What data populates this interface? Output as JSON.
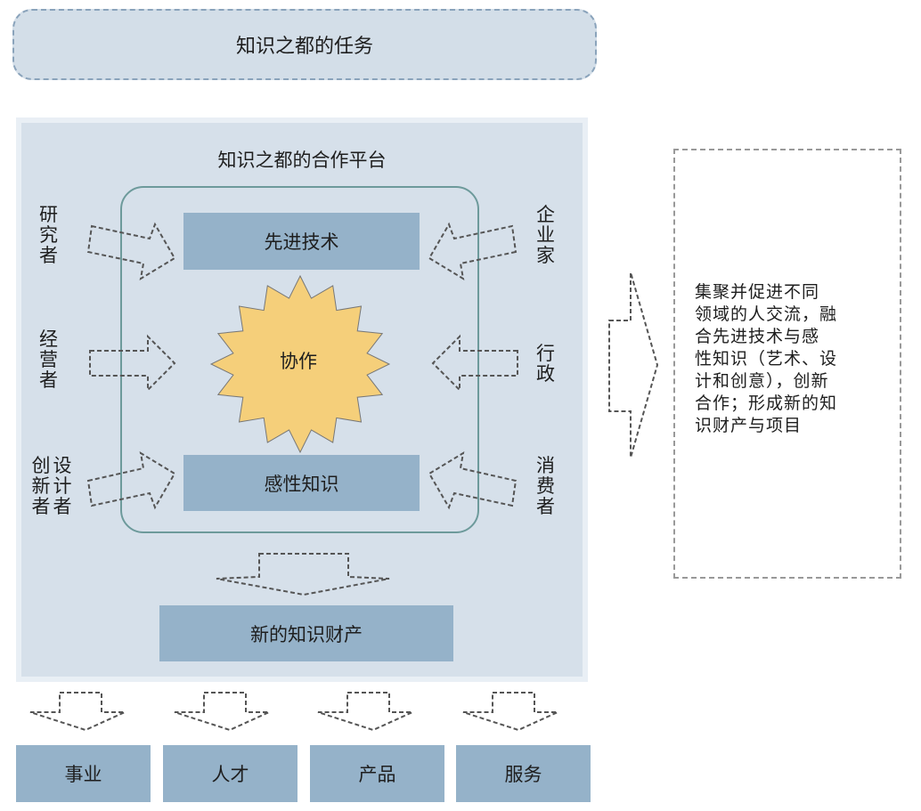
{
  "mission": {
    "label": "知识之都的任务"
  },
  "platform": {
    "title": "知识之都的合作平台",
    "advanced_tech": "先进技术",
    "collaboration": "协作",
    "perceptual_knowledge": "感性知识",
    "new_ip": "新的知识财产"
  },
  "actors": {
    "researchers": [
      "研",
      "究",
      "者"
    ],
    "managers": [
      "经",
      "营",
      "者"
    ],
    "designers_col1": [
      "创",
      "新",
      "者"
    ],
    "designers_col2": [
      "设",
      "计",
      "者"
    ],
    "entrepreneurs": [
      "企",
      "业",
      "家"
    ],
    "administration": [
      "行",
      "政"
    ],
    "consumers": [
      "消",
      "费",
      "者"
    ]
  },
  "outcomes": [
    "事业",
    "人才",
    "产品",
    "服务"
  ],
  "side_note": {
    "lines": [
      "集聚并促进不同",
      "领域的人交流，融",
      "合先进技术与感",
      "性知识（艺术、设",
      "计和创意），创新",
      "合作；形成新的知",
      "识财产与项目"
    ]
  },
  "colors": {
    "platform_bg": "#d6e0ea",
    "bar_fill": "#95b2c9",
    "star_fill": "#f5cf7a",
    "frame_stroke": "#6d9a9b"
  }
}
